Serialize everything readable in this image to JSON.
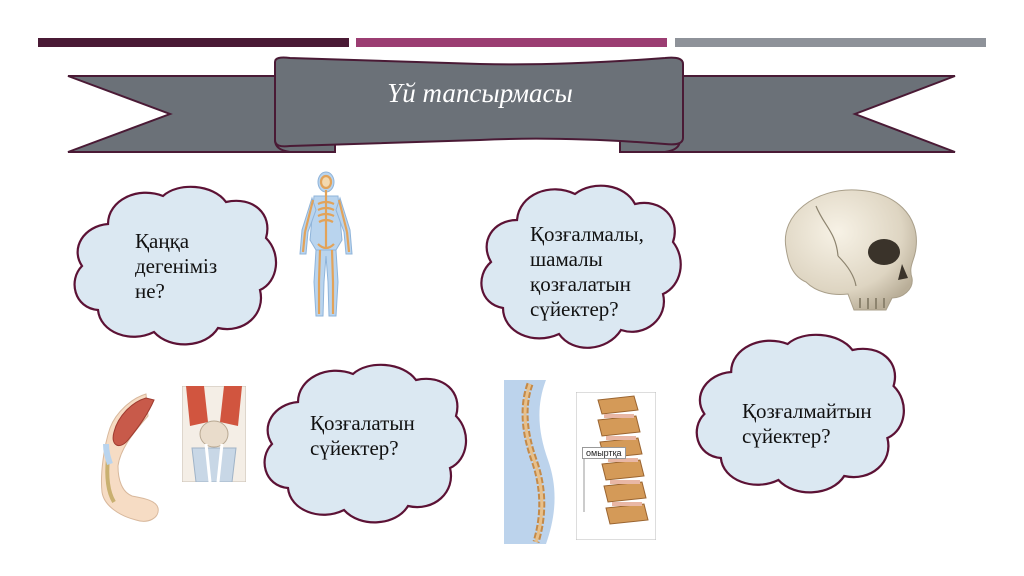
{
  "slide": {
    "title": "Үй тапсырмасы",
    "bar_colors": [
      "#4a1a35",
      "#9b3d72",
      "#8e9299"
    ],
    "banner_color": "#6b7178",
    "banner_outline": "#4a1a35",
    "cloud_fill": "#dbe8f2",
    "cloud_outline": "#5c1235"
  },
  "questions": [
    {
      "lines": [
        "Қаңқа",
        "дегеніміз",
        "не?"
      ]
    },
    {
      "lines": [
        "Қозғалмалы,",
        "шамалы",
        "қозғалатын",
        "сүйектер?"
      ]
    },
    {
      "lines": [
        "Қозғалатын",
        "сүйектер?"
      ]
    },
    {
      "lines": [
        "Қозғалмайтын",
        "сүйектер?"
      ]
    }
  ],
  "images": {
    "skeleton": "skeleton-icon",
    "skull": "skull-icon",
    "arm": "arm-muscle-icon",
    "knee": "knee-joint-icon",
    "spine": "spine-icon",
    "vertebrae": "vertebrae-icon",
    "spine_label": "омыртқа"
  }
}
